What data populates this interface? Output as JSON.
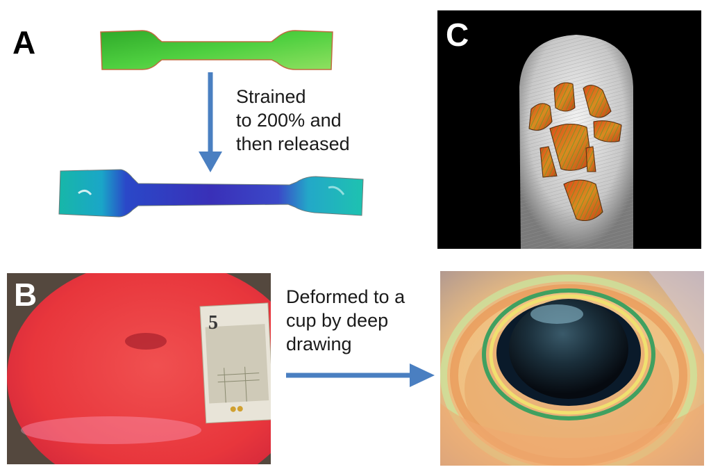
{
  "panels": {
    "a": {
      "label": "A",
      "caption": [
        "Strained",
        "to 200% and",
        "then released"
      ]
    },
    "b": {
      "label": "B",
      "caption": [
        "Deformed to a",
        "cup by deep",
        "drawing"
      ],
      "banknote_text": "5"
    },
    "c": {
      "label": "C"
    }
  },
  "colors": {
    "arrow": "#4a7fc1",
    "unstrained": "#3fbf3a",
    "strained": "#3a3fbf",
    "disc": "#e8363c",
    "background": "#ffffff"
  }
}
